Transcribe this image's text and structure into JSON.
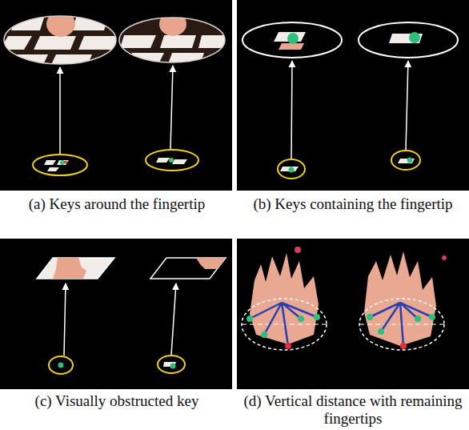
{
  "diagram": {
    "labels": [
      "(a) Keys around the fingertip",
      "(b) Keys containing the fingertip",
      "(c) Visually obstructed key",
      "(d) Vertical distance with remaining fingertips"
    ]
  }
}
